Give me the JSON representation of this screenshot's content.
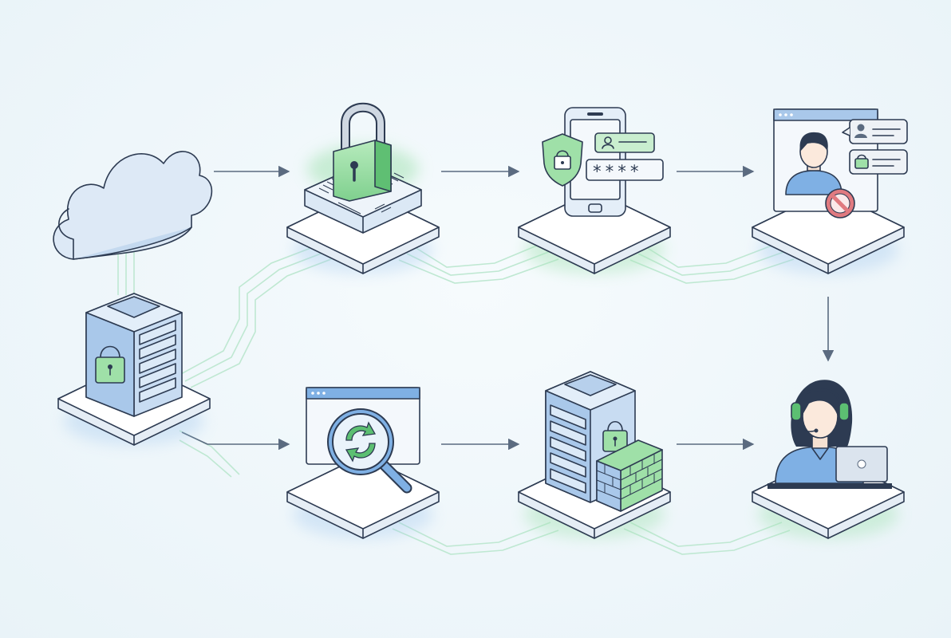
{
  "diagram": {
    "password_mask": "****",
    "colors": {
      "background": "#eef6fa",
      "blue_light": "#dceaf7",
      "blue": "#a9c8ea",
      "blue_mid": "#7fb0e4",
      "green": "#9fe0a8",
      "green_dark": "#5cbf72",
      "outline": "#2d3b52",
      "deny_red": "#e07a80",
      "trace_green": "#bfe8d2"
    },
    "nodes": [
      {
        "id": "cloud-server",
        "icon": "cloud-and-locked-server"
      },
      {
        "id": "encrypted-storage",
        "icon": "padlock-on-storage-device"
      },
      {
        "id": "mobile-authentication",
        "icon": "phone-with-shield-and-password"
      },
      {
        "id": "access-denied",
        "icon": "user-profile-with-block-sign"
      },
      {
        "id": "support-agent",
        "icon": "headset-agent-with-laptop"
      },
      {
        "id": "secured-database",
        "icon": "server-rack-with-firewall"
      },
      {
        "id": "sync-scan",
        "icon": "browser-with-magnifier-refresh"
      }
    ]
  }
}
